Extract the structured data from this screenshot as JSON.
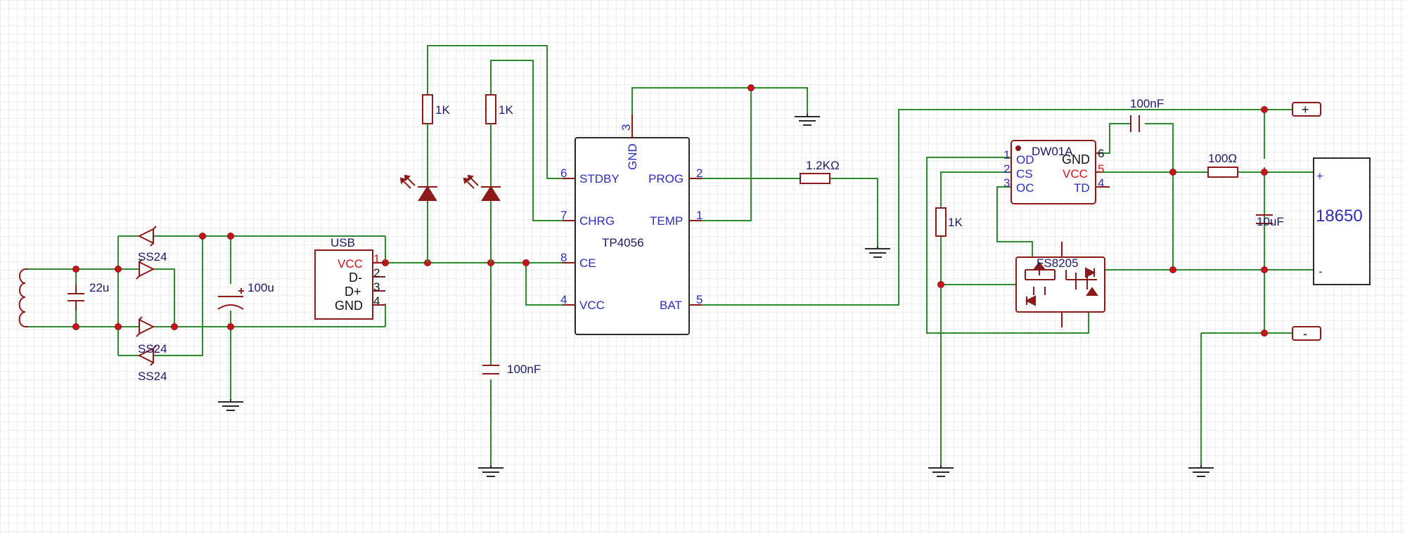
{
  "components": {
    "coil_cap": "22u",
    "diodes": [
      "SS24",
      "SS24",
      "SS24"
    ],
    "bulk_cap": "100u",
    "usb": {
      "name": "USB",
      "pins": [
        "VCC",
        "D-",
        "D+",
        "GND"
      ],
      "pin_numbers": [
        "1",
        "2",
        "3",
        "4"
      ]
    },
    "led_resistor_1": "1K",
    "led_resistor_2": "1K",
    "decoupling_cap": "100nF",
    "charger": {
      "name": "TP4056",
      "left_pins": [
        {
          "name": "STDBY",
          "number": "6"
        },
        {
          "name": "CHRG",
          "number": "7"
        },
        {
          "name": "CE",
          "number": "8"
        },
        {
          "name": "VCC",
          "number": "4"
        }
      ],
      "right_pins": [
        {
          "name": "PROG",
          "number": "2"
        },
        {
          "name": "TEMP",
          "number": "1"
        },
        {
          "name": "BAT",
          "number": "5"
        }
      ],
      "top_pin": {
        "name": "GND",
        "number": "3"
      }
    },
    "prog_resistor": "1.2KΩ",
    "protection": {
      "name": "DW01A",
      "left_pins": [
        {
          "name": "OD",
          "number": "1"
        },
        {
          "name": "CS",
          "number": "2"
        },
        {
          "name": "OC",
          "number": "3"
        }
      ],
      "right_pins": [
        {
          "name": "GND",
          "number": "6"
        },
        {
          "name": "VCC",
          "number": "5"
        },
        {
          "name": "TD",
          "number": "4"
        }
      ]
    },
    "mosfet": "FS8205",
    "cs_resistor": "1K",
    "protect_cap": "100nF",
    "vcc_resistor": "100Ω",
    "battery_cap": "10uF",
    "battery": {
      "name": "18650",
      "plus": "+",
      "minus": "-"
    },
    "terminal_plus": "+",
    "terminal_minus": "-"
  },
  "colors": {
    "wire": "#2e8b2e",
    "symbol": "#8b1a1a",
    "junction": "#c8131a",
    "pin_text": "#2d2dbb",
    "power_pin_text": "#d0121b"
  }
}
